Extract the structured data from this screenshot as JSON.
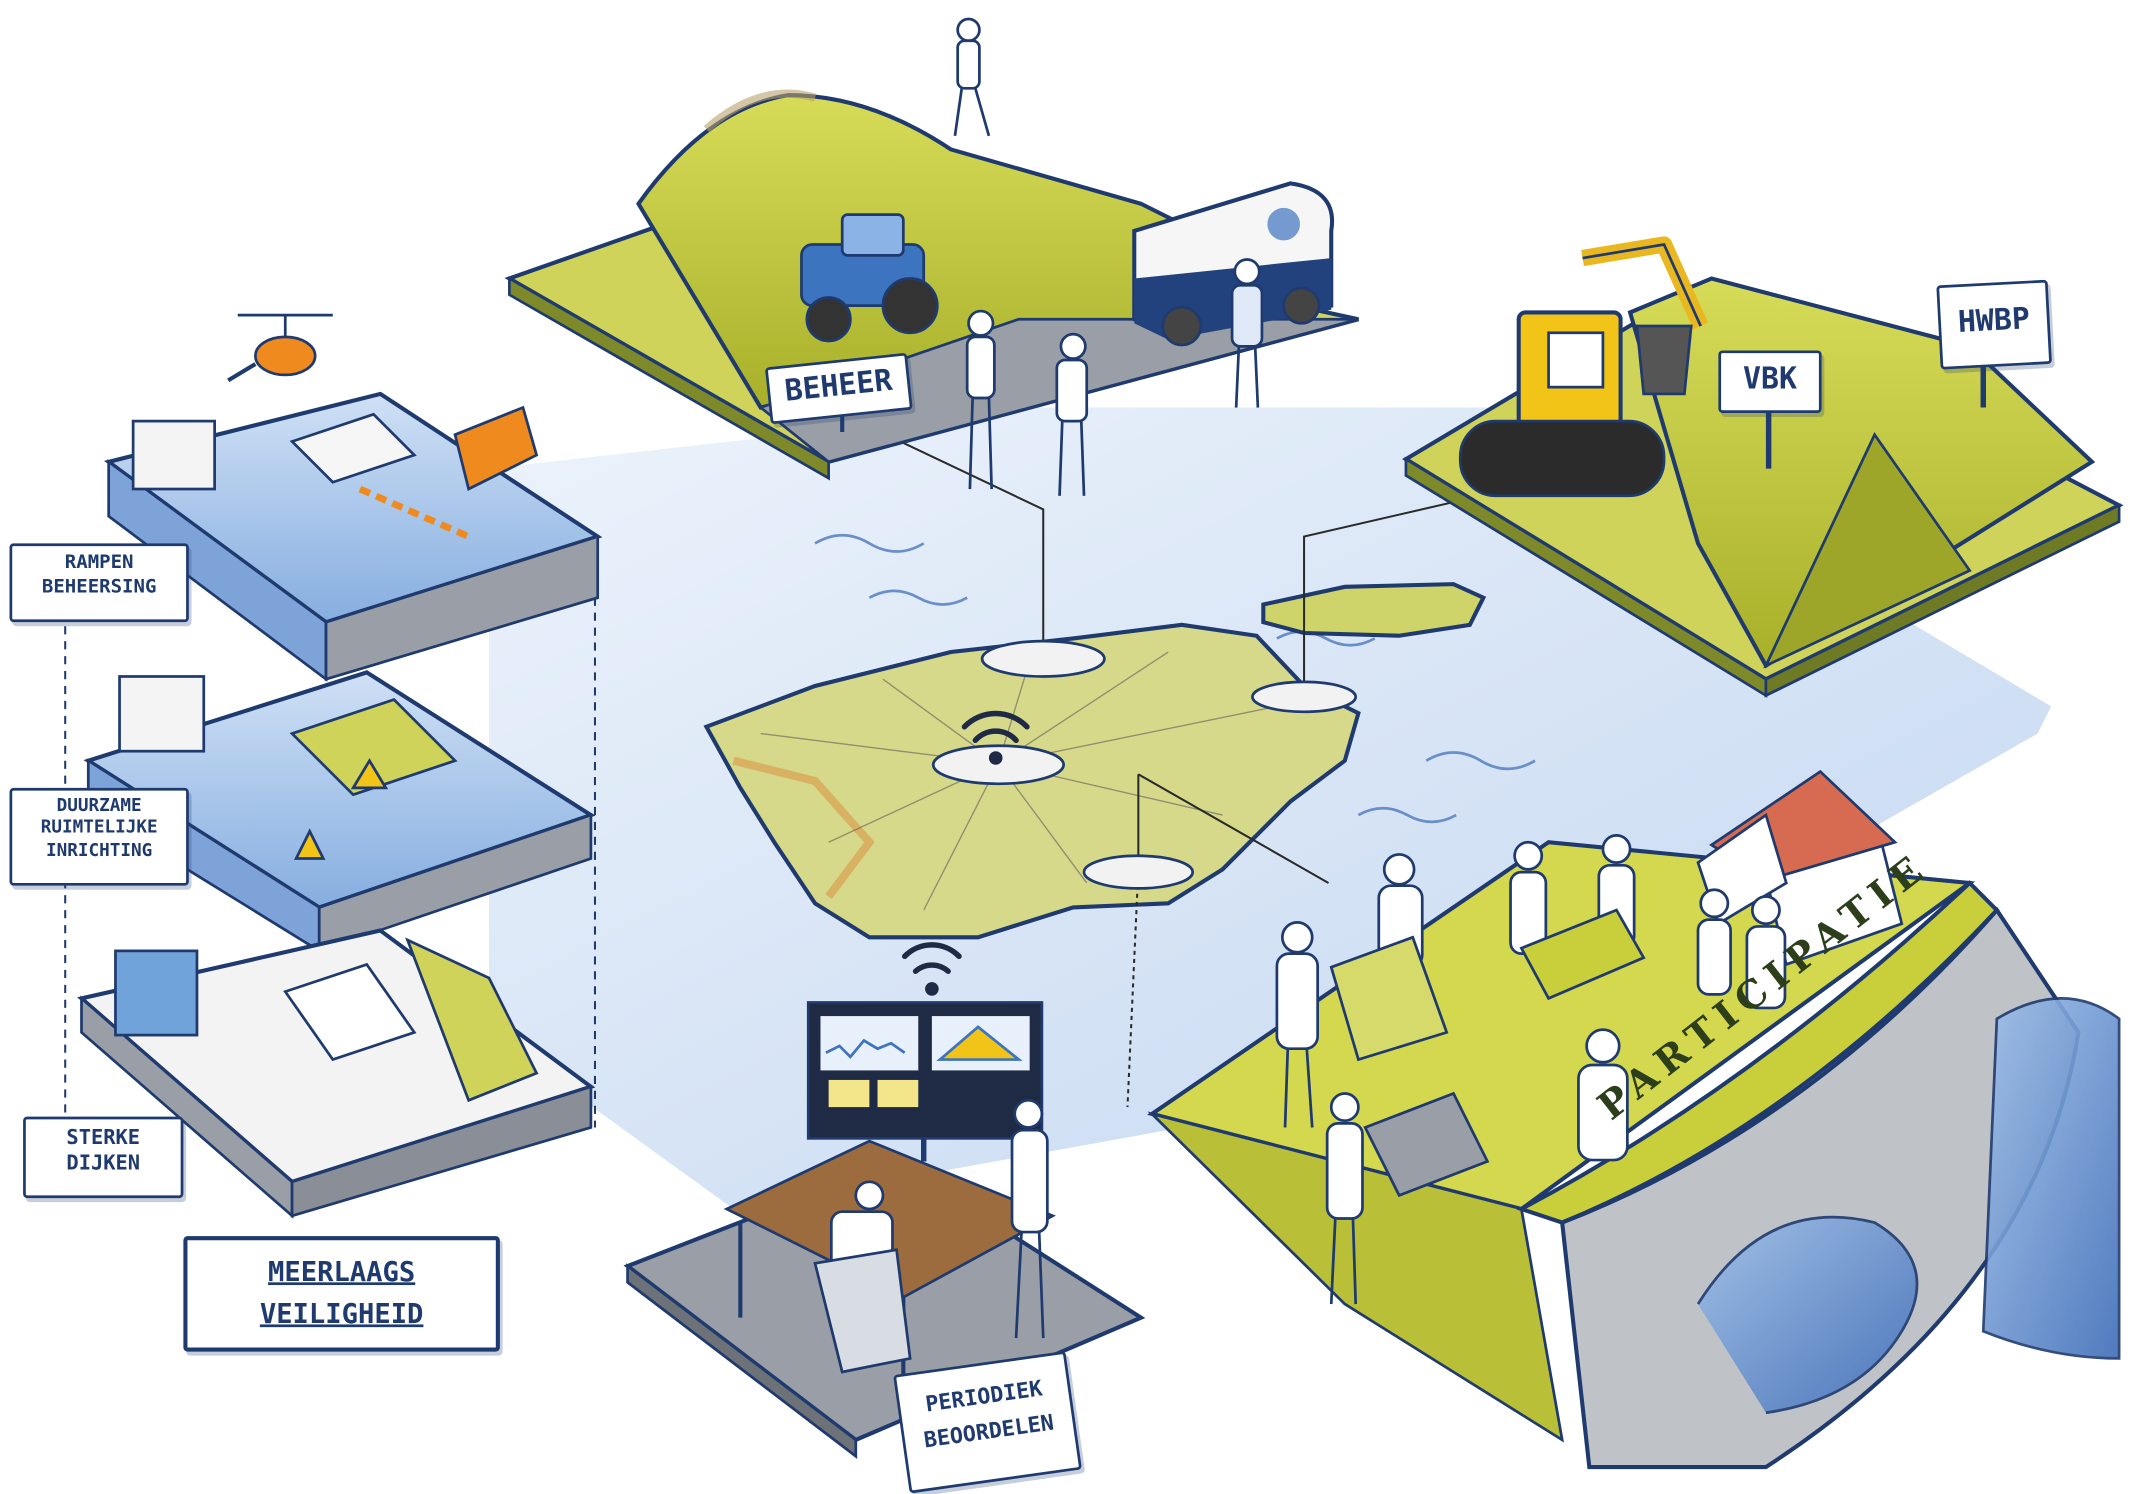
{
  "labels": {
    "beheer": "BEHEER",
    "vbk": "VBK",
    "hwbp": "HWBP",
    "rampen_beheersing": [
      "RAMPEN",
      "BEHEERSING"
    ],
    "duurzame_ruimtelijke_inrichting": [
      "DUURZAME",
      "RUIMTELIJKE",
      "INRICHTING"
    ],
    "sterke_dijken": [
      "STERKE",
      "DIJKEN"
    ],
    "meerlaags_veiligheid": [
      "MEERLAAGS",
      "VEILIGHEID"
    ],
    "periodiek_beoordelen": [
      "PERIODIEK",
      "BEOORDELEN"
    ],
    "participatie": "PARTICIPATIE"
  },
  "colors": {
    "outline": "#1f3a6e",
    "dike_green": "#c9cf3a",
    "water_blue": "#bcd4ef",
    "ground_gray": "#9a9ea6"
  }
}
